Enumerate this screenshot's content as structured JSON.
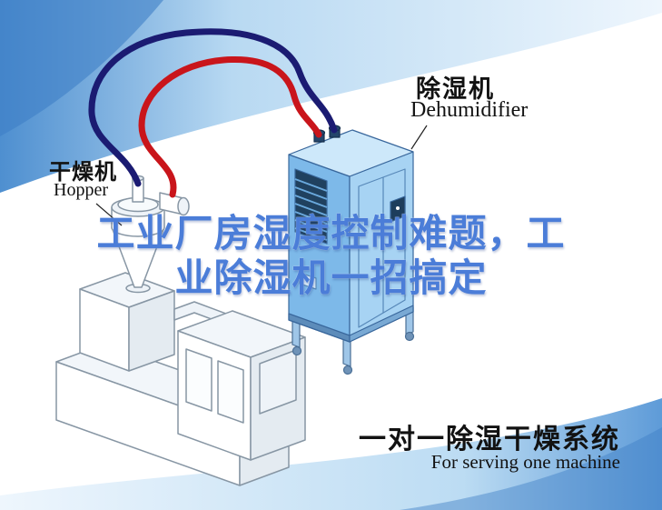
{
  "labels": {
    "dehumidifier": {
      "zh": "除湿机",
      "en": "Dehumidifier"
    },
    "hopper": {
      "zh": "干燥机",
      "en": "Hopper"
    }
  },
  "title": {
    "line1": "工业厂房湿度控制难题，工",
    "line2": "业除湿机一招搞定"
  },
  "footer": {
    "zh": "一对一除湿干燥系统",
    "en": "For serving one machine"
  },
  "colors": {
    "title_blue": "#4b7dd8",
    "hose_red": "#c9151b",
    "hose_navy": "#1b1b72",
    "dehumidifier_body_blue": "#7db9e9",
    "dehumidifier_side_blue": "#a7d3f3",
    "background_blue": "#4e8fd0"
  }
}
